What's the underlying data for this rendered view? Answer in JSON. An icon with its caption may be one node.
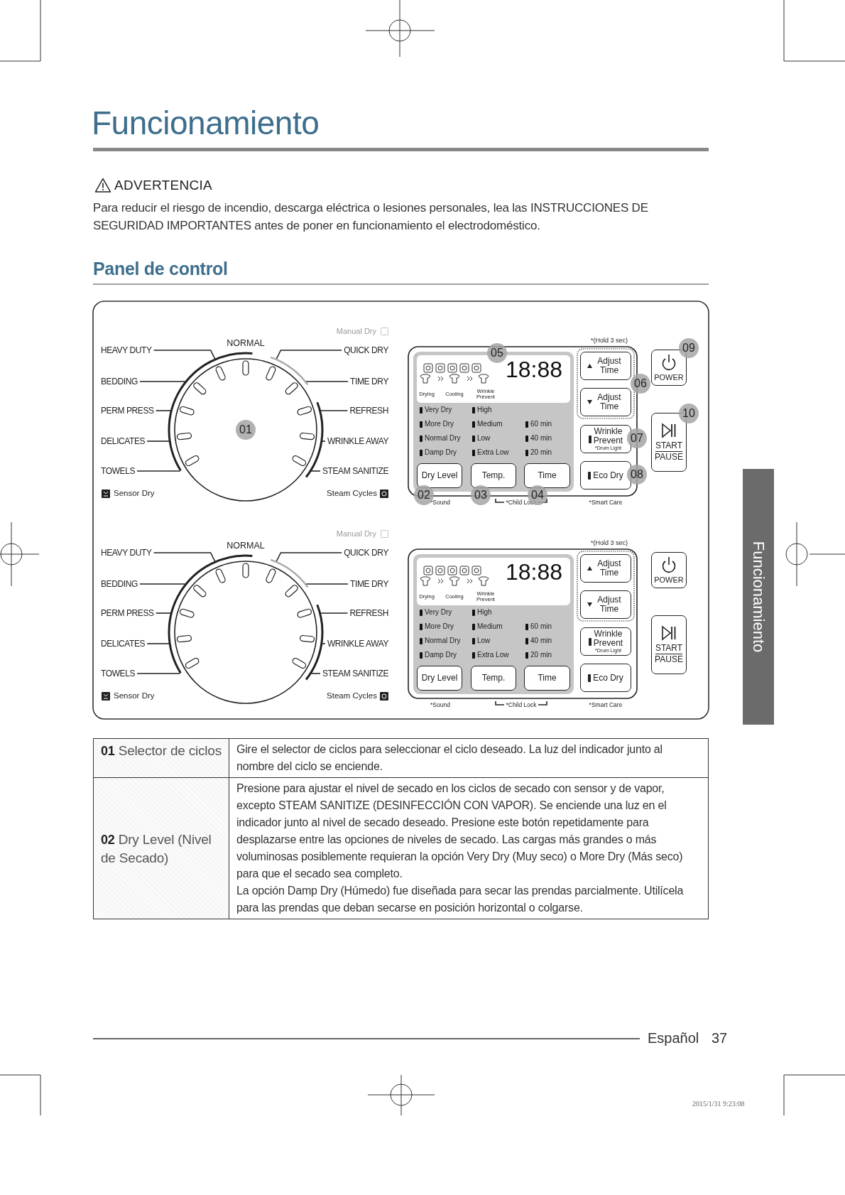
{
  "diagram": {
    "title": "Funcionamiento",
    "nodes": [
      {
        "text": [],
        "shape": "circle"
      },
      {
        "text": [
          "HEAVY DUTY"
        ]
      },
      {
        "text": [
          "BEDDING"
        ]
      },
      {
        "text": [
          "PERM PRESS"
        ]
      },
      {
        "text": [
          "DELICATES"
        ]
      },
      {
        "text": [
          "TOWELS"
        ]
      },
      {
        "text": [
          "QUICK DRY"
        ]
      },
      {
        "text": [
          "TIME DRY"
        ]
      },
      {
        "text": [
          "REFRESH"
        ]
      },
      {
        "text": [
          "WRINKLE AWAY"
        ]
      },
      {
        "text": [
          "STEAM SANITIZE"
        ]
      },
      {
        "text": [
          "Dry Level"
        ]
      },
      {
        "text": [
          "Temp."
        ]
      },
      {
        "text": [
          "Time"
        ]
      },
      {
        "text": [
          "Adjust Time"
        ]
      },
      {
        "text": [
          "Adjust Time"
        ]
      },
      {
        "text": [
          "Wrinkle Prevent",
          "*Drum Light"
        ]
      },
      {
        "text": [
          "Eco Dry"
        ]
      },
      {
        "text": [
          "POWER"
        ]
      },
      {
        "text": [
          "START",
          "PAUSE"
        ]
      },
      {
        "text": [],
        "shape": "circle"
      },
      {
        "text": [
          "HEAVY DUTY"
        ]
      },
      {
        "text": [
          "BEDDING"
        ]
      },
      {
        "text": [
          "PERM PRESS"
        ]
      },
      {
        "text": [
          "DELICATES"
        ]
      },
      {
        "text": [
          "TOWELS"
        ]
      },
      {
        "text": [
          "QUICK DRY"
        ]
      },
      {
        "text": [
          "TIME DRY"
        ]
      },
      {
        "text": [
          "REFRESH"
        ]
      },
      {
        "text": [
          "WRINKLE AWAY"
        ]
      },
      {
        "text": [
          "STEAM SANITIZE"
        ]
      },
      {
        "text": [
          "Dry Level"
        ]
      },
      {
        "text": [
          "Temp."
        ]
      },
      {
        "text": [
          "Time"
        ]
      },
      {
        "text": [
          "Adjust Time"
        ]
      },
      {
        "text": [
          "Adjust Time"
        ]
      },
      {
        "text": [
          "Wrinkle Prevent",
          "*Drum Light"
        ]
      },
      {
        "text": [
          "Eco Dry"
        ]
      },
      {
        "text": [
          "POWER"
        ]
      },
      {
        "text": [
          "START",
          "PAUSE"
        ]
      }
    ],
    "edges": [
      {
        "from": 1,
        "to": 0,
        "arrow": "none"
      },
      {
        "from": 2,
        "to": 0,
        "arrow": "none"
      },
      {
        "from": 3,
        "to": 0,
        "arrow": "none"
      },
      {
        "from": 4,
        "to": 0,
        "arrow": "none"
      },
      {
        "from": 5,
        "to": 0,
        "arrow": "none"
      },
      {
        "from": 6,
        "to": 0,
        "arrow": "none"
      },
      {
        "from": 7,
        "to": 0,
        "arrow": "none"
      },
      {
        "from": 8,
        "to": 0,
        "arrow": "none"
      },
      {
        "from": 9,
        "to": 0,
        "arrow": "none"
      },
      {
        "from": 10,
        "to": 0,
        "arrow": "none"
      },
      {
        "from": 21,
        "to": 20,
        "arrow": "none"
      },
      {
        "from": 22,
        "to": 20,
        "arrow": "none"
      },
      {
        "from": 23,
        "to": 20,
        "arrow": "none"
      },
      {
        "from": 24,
        "to": 20,
        "arrow": "none"
      },
      {
        "from": 25,
        "to": 20,
        "arrow": "none"
      },
      {
        "from": 26,
        "to": 20,
        "arrow": "none"
      },
      {
        "from": 27,
        "to": 20,
        "arrow": "none"
      },
      {
        "from": 28,
        "to": 20,
        "arrow": "none"
      },
      {
        "from": 29,
        "to": 20,
        "arrow": "none"
      },
      {
        "from": 30,
        "to": 20,
        "arrow": "none"
      }
    ],
    "labels": [
      "ADVERTENCIA",
      "Para reducir el riesgo de incendio, descarga eléctrica o lesiones personales, lea las INSTRUCCIONES DE SEGURIDAD IMPORTANTES antes de poner en funcionamiento el electrodoméstico.",
      "Panel de control",
      "Manual Dry",
      "NORMAL",
      "Sensor Dry",
      "Steam Cycles",
      "*(Hold 3 sec)",
      "18:88",
      "Drying",
      "Cooling",
      "Wrinkle Prevent",
      "Very Dry",
      "High",
      "More Dry",
      "Medium",
      "60 min",
      "Normal Dry",
      "Low",
      "40 min",
      "Damp Dry",
      "Extra Low",
      "20 min",
      "*Sound",
      "*Child Lock",
      "*Smart Care",
      "01",
      "02",
      "03",
      "04",
      "05",
      "06",
      "07",
      "08",
      "09",
      "10",
      "Manual Dry",
      "NORMAL",
      "Sensor Dry",
      "Steam Cycles",
      "*(Hold 3 sec)",
      "18:88",
      "Drying",
      "Cooling",
      "Wrinkle Prevent",
      "Very Dry",
      "High",
      "More Dry",
      "Medium",
      "60 min",
      "Normal Dry",
      "Low",
      "40 min",
      "Damp Dry",
      "Extra Low",
      "20 min",
      "*Sound",
      "*Child Lock",
      "*Smart Care",
      "**01** Selector de ciclos",
      "Gire el selector de ciclos para seleccionar el ciclo deseado. La luz del indicador junto al nombre del ciclo se enciende.",
      "**02** Dry Level (Nivel de Secado)",
      "Presione para ajustar el nivel de secado en los ciclos de secado con sensor y de vapor, excepto STEAM SANITIZE (DESINFECCIÓN CON VAPOR). Se enciende una luz en el indicador junto al nivel de secado deseado. Presione este botón repetidamente para desplazarse entre las opciones de niveles de secado. Las cargas más grandes o más voluminosas posiblemente requieran la opción Very Dry (Muy seco) o More Dry (Más seco) para que el secado sea completo.",
      "La opción Damp Dry (Húmedo) fue diseñada para secar las prendas parcialmente. Utilícela para las prendas que deban secarse en posición horizontal o colgarse.",
      "Funcionamiento",
      "Español",
      "37",
      "2015/1/31 9:23:08"
    ]
  }
}
